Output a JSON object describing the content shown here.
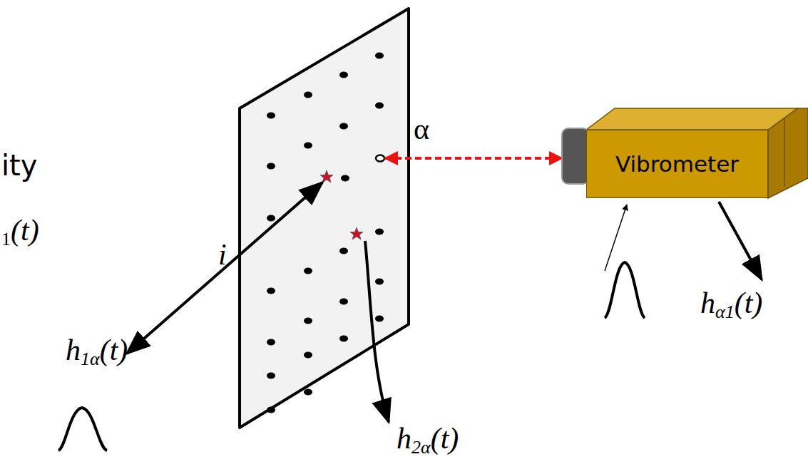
{
  "diagram": {
    "nodes": [
      {
        "text": [
          "Vibrometer"
        ]
      }
    ],
    "labels": [
      "ity",
      "1(t)",
      "α",
      "i",
      "h1α(t)",
      "h2α(t)",
      "hα1(t)"
    ]
  }
}
